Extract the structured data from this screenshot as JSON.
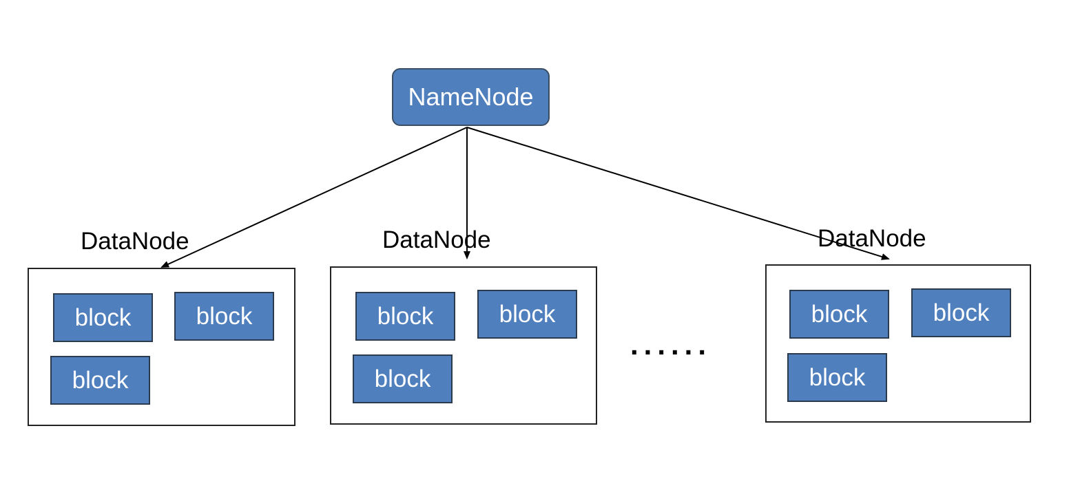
{
  "diagram": {
    "namenode": {
      "label": "NameNode"
    },
    "datanodes": [
      {
        "label": "DataNode",
        "blocks": [
          "block",
          "block",
          "block"
        ]
      },
      {
        "label": "DataNode",
        "blocks": [
          "block",
          "block",
          "block"
        ]
      },
      {
        "label": "DataNode",
        "blocks": [
          "block",
          "block",
          "block"
        ]
      }
    ],
    "ellipsis": "......",
    "colors": {
      "node_fill": "#4f7fbd",
      "node_text": "#ffffff",
      "line": "#000000"
    }
  }
}
